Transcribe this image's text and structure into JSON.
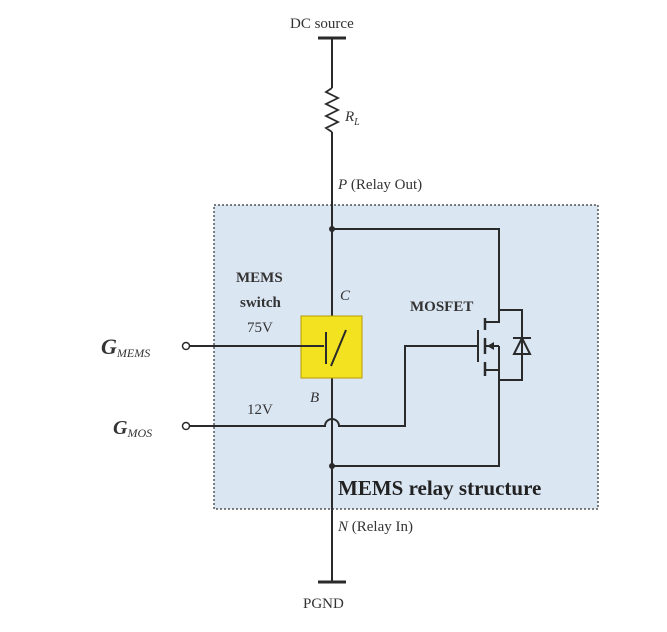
{
  "labels": {
    "dc_source": "DC source",
    "resistor": "R",
    "resistor_sub": "L",
    "node_p": "P",
    "relay_out": " (Relay Out)",
    "node_c": "C",
    "node_b": "B",
    "node_n": "N",
    "relay_in": " (Relay In)",
    "mems_switch_line1": "MEMS",
    "mems_switch_line2": "switch",
    "voltage_mems": "75V",
    "voltage_mos": "12V",
    "mosfet": "MOSFET",
    "g_mems": "G",
    "g_mems_sub": "MEMS",
    "g_mos": "G",
    "g_mos_sub": "MOS",
    "structure": "MEMS relay structure",
    "pgnd": "PGND"
  },
  "colors": {
    "structure_fill": "#dbe6f3",
    "switch_fill": "#f2e21f",
    "wire": "#2a2a2a"
  }
}
